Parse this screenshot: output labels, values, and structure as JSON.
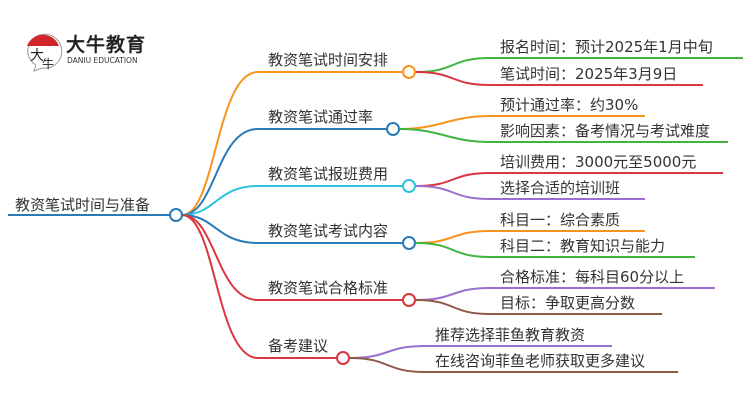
{
  "logo": {
    "name": "大牛教育",
    "subtitle": "DANIU EDUCATION",
    "mark_text": "大牛"
  },
  "root": {
    "label": "教资笔试时间与准备",
    "color": "#2a7ab8"
  },
  "branches": [
    {
      "label": "教资笔试时间安排",
      "color": "#f7931e",
      "children": [
        {
          "label": "报名时间：预计2025年1月中旬",
          "color": "#3fb43f"
        },
        {
          "label": "笔试时间：2025年3月9日",
          "color": "#d9363e"
        }
      ]
    },
    {
      "label": "教资笔试通过率",
      "color": "#2a7ab8",
      "children": [
        {
          "label": "预计通过率：约30%",
          "color": "#f7931e"
        },
        {
          "label": "影响因素：备考情况与考试难度",
          "color": "#3fb43f"
        }
      ]
    },
    {
      "label": "教资笔试报班费用",
      "color": "#2cc4dc",
      "children": [
        {
          "label": "培训费用：3000元至5000元",
          "color": "#d9363e"
        },
        {
          "label": "选择合适的培训班",
          "color": "#9b6fcf"
        }
      ]
    },
    {
      "label": "教资笔试考试内容",
      "color": "#2a7ab8",
      "children": [
        {
          "label": "科目一：综合素质",
          "color": "#f7931e"
        },
        {
          "label": "科目二：教育知识与能力",
          "color": "#3fb43f"
        }
      ]
    },
    {
      "label": "教资笔试合格标准",
      "color": "#d9363e",
      "children": [
        {
          "label": "合格标准：每科目60分以上",
          "color": "#9b6fcf"
        },
        {
          "label": "目标：争取更高分数",
          "color": "#8d5a4a"
        }
      ]
    },
    {
      "label": "备考建议",
      "color": "#d9363e",
      "children": [
        {
          "label": "推荐选择菲鱼教育教资",
          "color": "#9b6fcf"
        },
        {
          "label": "在线咨询菲鱼老师获取更多建议",
          "color": "#8d5a4a"
        }
      ]
    }
  ]
}
